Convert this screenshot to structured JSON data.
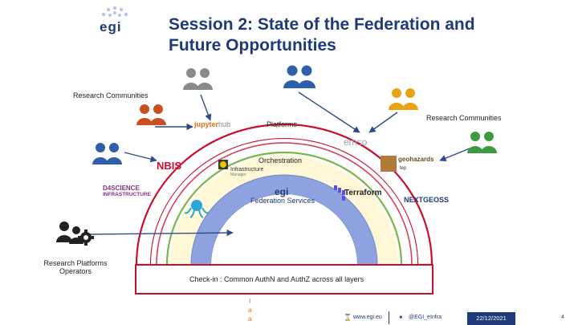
{
  "slide": {
    "title_line1": "Session 2:  State of the Federation and",
    "title_line2": "Future Opportunities",
    "page_number": "4"
  },
  "logos": {
    "egi_top": "egi",
    "egi_center": "egi",
    "jupyter": "jupyter",
    "jupyter_suffix": "hub",
    "emso": "emso",
    "geohazards": "geohazards",
    "geohazards_sub": "tep",
    "terraform": "Terraform",
    "nbis": "NBIS",
    "d4science_line1": "D4SCIENCE",
    "d4science_line2": "INFRASTRUCTURE",
    "nextgeoss": "NEXTGEOSS",
    "infra_manager_line1": "Infrastructure",
    "infra_manager_line2": "Manager"
  },
  "labels": {
    "research_communities_left": "Research Communities",
    "research_communities_right": "Research Communities",
    "platforms": "Platforms",
    "orchestration": "Orchestration",
    "federation_services": "Federation Services",
    "operators_line1": "Research Platforms",
    "operators_line2": "Operators",
    "checkin": "Check-in : Common AuthN and AuthZ across all layers",
    "vertical_fragment": [
      "l",
      "a",
      "a"
    ]
  },
  "footer": {
    "website": "www.egi.eu",
    "twitter": "@EGI_eInfra",
    "date": "22/12/2021"
  },
  "colors": {
    "title": "#1f3a78",
    "red_arc": "#c8102e",
    "green_arc": "#7ab648",
    "orchestration_band": "#fff3cc",
    "federation_band": "#8da2de",
    "person_gray": "#8a8a8a",
    "person_orange": "#c8501e",
    "person_blue": "#2e5fa8",
    "person_green": "#3f9a3f",
    "person_gold": "#e8a317"
  }
}
